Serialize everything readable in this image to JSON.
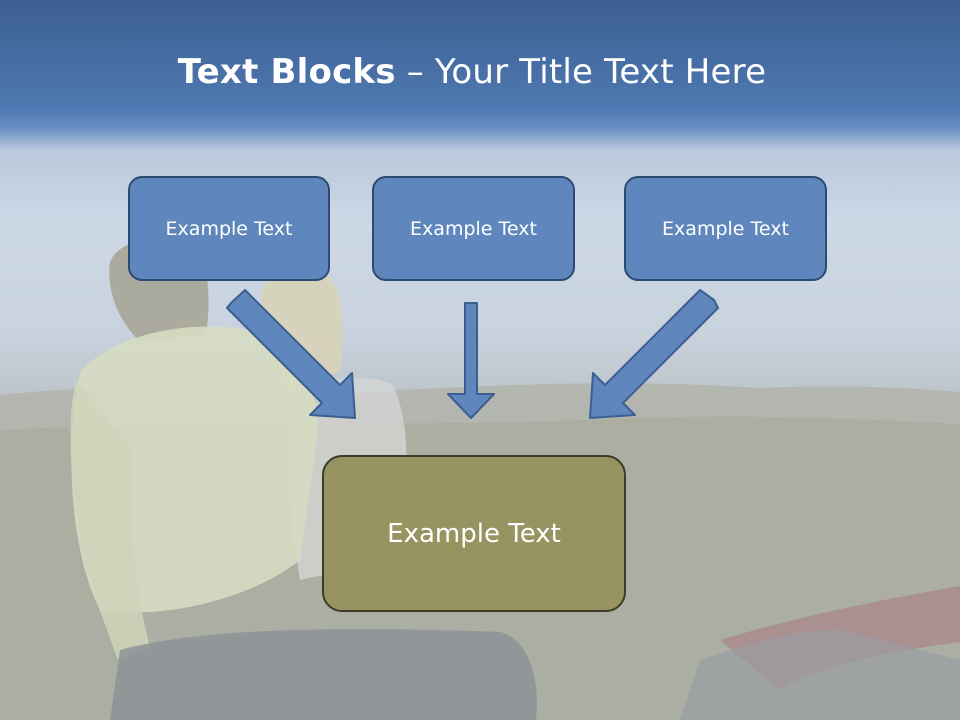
{
  "slide": {
    "title_bold": "Text Blocks",
    "title_dash": "–",
    "title_rest": "Your Title Text Here"
  },
  "blocks": [
    {
      "label": "Example Text"
    },
    {
      "label": "Example Text"
    },
    {
      "label": "Example Text"
    }
  ],
  "target": {
    "label": "Example Text"
  },
  "colors": {
    "header_blue": "#4a72aa",
    "block_fill": "#5f86bd",
    "block_border": "#2d4a72",
    "target_fill": "#979462",
    "target_border": "#3c3c28",
    "arrow_fill": "#5f86bd"
  }
}
